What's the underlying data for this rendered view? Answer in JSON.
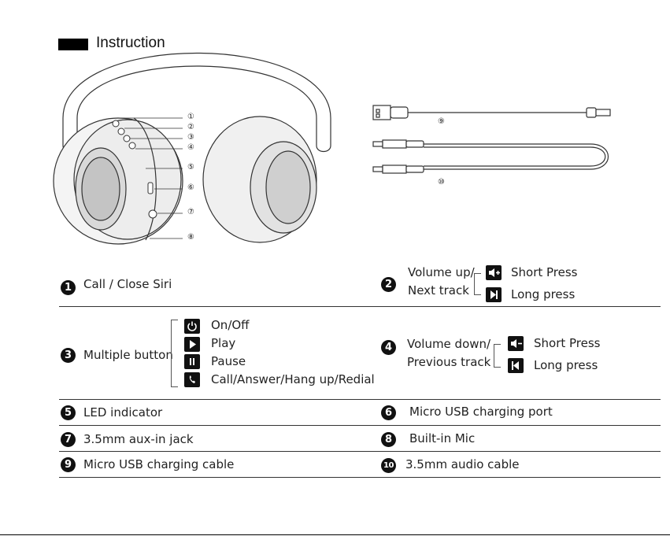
{
  "heading": "Instruction",
  "callouts": [
    "①",
    "②",
    "③",
    "④",
    "⑤",
    "⑥",
    "⑦",
    "⑧",
    "⑨",
    "⑩"
  ],
  "items": {
    "i1": {
      "num": "1",
      "label": "Call / Close Siri"
    },
    "i2": {
      "num": "2",
      "label_line1": "Volume up/",
      "label_line2": "Next track",
      "short": "Short Press",
      "long": "Long press"
    },
    "i3": {
      "num": "3",
      "label": "Multiple button",
      "sub": [
        "On/Off",
        "Play",
        "Pause",
        "Call/Answer/Hang up/Redial"
      ]
    },
    "i4": {
      "num": "4",
      "label_line1": "Volume down/",
      "label_line2": "Previous track",
      "short": "Short Press",
      "long": "Long press"
    },
    "i5": {
      "num": "5",
      "label": "LED indicator"
    },
    "i6": {
      "num": "6",
      "label": "Micro USB charging port"
    },
    "i7": {
      "num": "7",
      "label": "3.5mm aux-in jack"
    },
    "i8": {
      "num": "8",
      "label": "Built-in Mic"
    },
    "i9": {
      "num": "9",
      "label": "Micro USB charging cable"
    },
    "i10": {
      "num": "10",
      "label": "3.5mm audio cable"
    }
  },
  "icons": {
    "vol_up": "volume-up-icon",
    "next": "next-track-icon",
    "power": "power-icon",
    "play": "play-icon",
    "pause": "pause-icon",
    "phone": "phone-icon",
    "vol_down": "volume-down-icon",
    "prev": "previous-track-icon"
  }
}
